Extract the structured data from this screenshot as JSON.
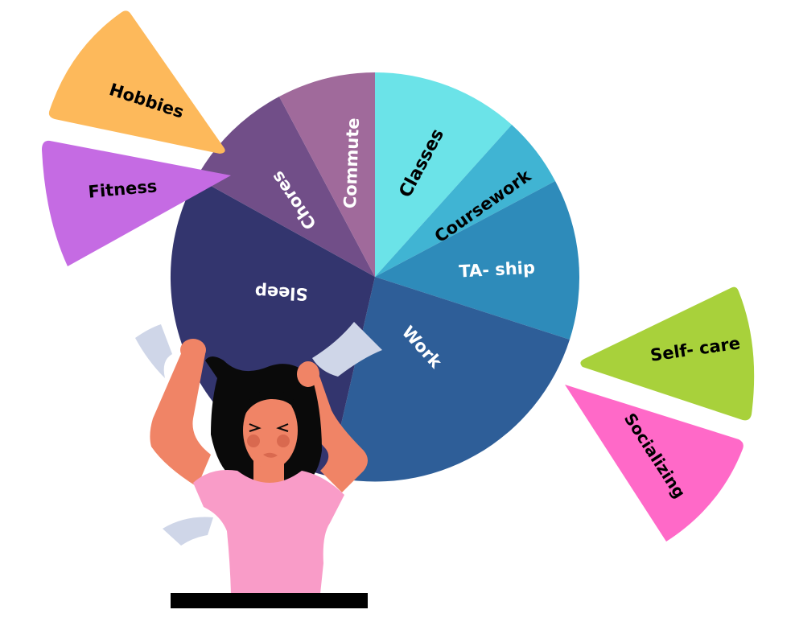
{
  "chart_data": {
    "type": "pie",
    "title": "",
    "note": "Exploded pie chart of a student's time allocation; wedge sizes estimated from angles (values in degrees of 360 / percent). Some activities are pulled out / detached from the main pie.",
    "center": [
      466,
      344
    ],
    "radius": 254,
    "slices": [
      {
        "label": "Classes",
        "start_deg": 0,
        "end_deg": 42,
        "percent": 11.7,
        "color": "#6BE3E8",
        "text_color": "#000000",
        "detached": false
      },
      {
        "label": "Coursework",
        "start_deg": 42,
        "end_deg": 62,
        "percent": 5.6,
        "color": "#40B4D3",
        "text_color": "#000000",
        "detached": false
      },
      {
        "label": "TA- ship",
        "start_deg": 62,
        "end_deg": 108,
        "percent": 12.8,
        "color": "#2E8BBA",
        "text_color": "#FFFFFF",
        "detached": false
      },
      {
        "label": "Work",
        "start_deg": 108,
        "end_deg": 193,
        "percent": 23.6,
        "color": "#2E5E98",
        "text_color": "#FFFFFF",
        "detached": false
      },
      {
        "label": "Sleep",
        "start_deg": 193,
        "end_deg": 299,
        "percent": 29.4,
        "color": "#33356E",
        "text_color": "#FFFFFF",
        "detached": false
      },
      {
        "label": "Chores",
        "start_deg": 299,
        "end_deg": 332,
        "percent": 9.2,
        "color": "#714E88",
        "text_color": "#FFFFFF",
        "detached": false
      },
      {
        "label": "Commute",
        "start_deg": 332,
        "end_deg": 360,
        "percent": 7.8,
        "color": "#A06A9B",
        "text_color": "#FFFFFF",
        "detached": false
      }
    ],
    "detached_slices": [
      {
        "label": "Hobbies",
        "color": "#FDB95B",
        "text_color": "#000000",
        "position": "upper-left"
      },
      {
        "label": "Fitness",
        "color": "#C56BE3",
        "text_color": "#000000",
        "position": "left"
      },
      {
        "label": "Self- care",
        "color": "#A8D13B",
        "text_color": "#000000",
        "position": "right"
      },
      {
        "label": "Socializing",
        "color": "#FF69C8",
        "text_color": "#000000",
        "position": "lower-right"
      }
    ],
    "legend": null,
    "illustration": "stressed woman pulling her hair, with flying sheets of paper, standing at a black desk edge"
  },
  "labels": {
    "classes": "Classes",
    "coursework": "Coursework",
    "taship": "TA- ship",
    "work": "Work",
    "sleep": "Sleep",
    "chores": "Chores",
    "commute": "Commute",
    "hobbies": "Hobbies",
    "fitness": "Fitness",
    "selfcare": "Self- care",
    "socializing": "Socializing"
  },
  "colors": {
    "skin": "#F08466",
    "blush": "#D9694F",
    "hair": "#0A0A0A",
    "shirt": "#F99CC8",
    "paper": "#CFD6E8",
    "desk": "#000000"
  }
}
